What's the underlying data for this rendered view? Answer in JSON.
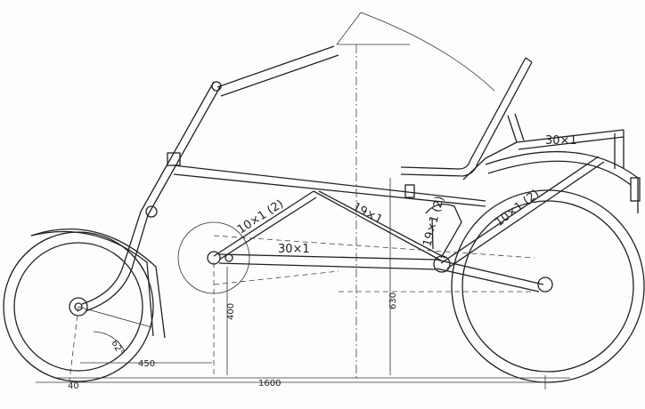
{
  "labels": {
    "rack_tube": "30×1",
    "front_diagonal": "10×1 (2)",
    "mid_diagonal": "19×1",
    "seat_strut": "19×1 (2)",
    "chain_stay": "30×1",
    "rear_stay": "10×1 (2)"
  },
  "dimensions": {
    "bb_height": "400",
    "seat_height": "630",
    "front_offset": "450",
    "head_angle": "62°",
    "trail": "40",
    "wheelbase": "1600"
  }
}
